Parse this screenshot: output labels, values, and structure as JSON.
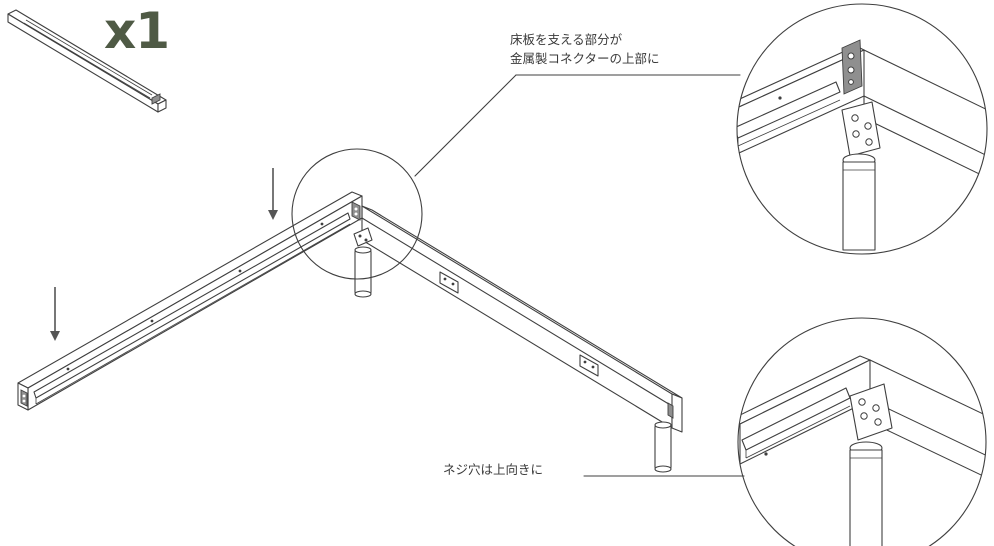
{
  "part_quantity": "x1",
  "callouts": {
    "floorboard_note_line1": "床板を支える部分が",
    "floorboard_note_line2": "金属製コネクターの上部に",
    "screw_hole_note": "ネジ穴は上向きに"
  }
}
